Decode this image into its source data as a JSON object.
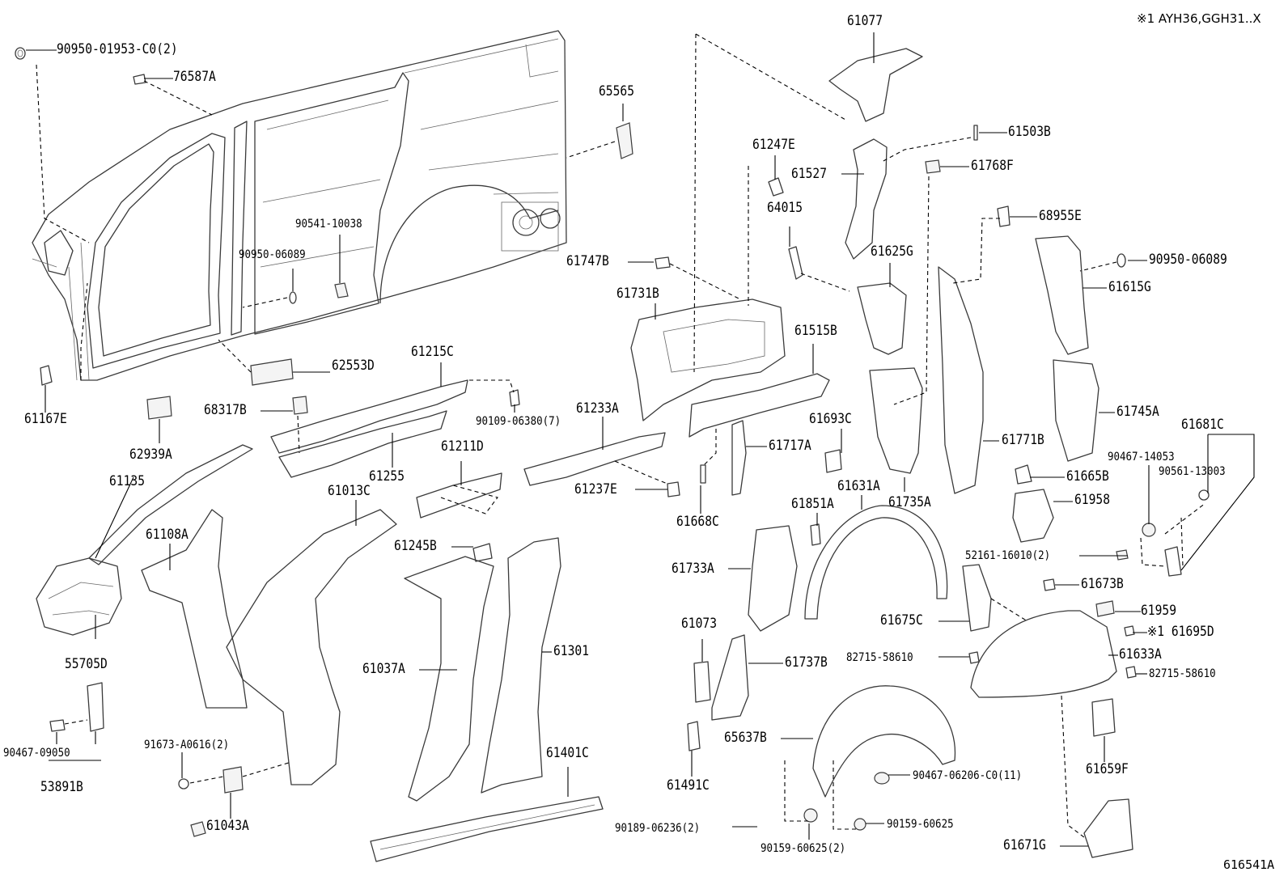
{
  "note": "※1 AYH36,GGH31..X",
  "diagram_id": "616541A",
  "parts": [
    {
      "id": "p1",
      "label": "90950-01953-C0(2)"
    },
    {
      "id": "p2",
      "label": "76587A"
    },
    {
      "id": "p3",
      "label": "65565"
    },
    {
      "id": "p4",
      "label": "61077"
    },
    {
      "id": "p5",
      "label": "61503B"
    },
    {
      "id": "p6",
      "label": "61247E"
    },
    {
      "id": "p7",
      "label": "61527"
    },
    {
      "id": "p8",
      "label": "61768F"
    },
    {
      "id": "p9",
      "label": "64015"
    },
    {
      "id": "p10",
      "label": "68955E"
    },
    {
      "id": "p11",
      "label": "61625G"
    },
    {
      "id": "p12",
      "label": "90950-06089"
    },
    {
      "id": "p13",
      "label": "61615G"
    },
    {
      "id": "p14",
      "label": "90541-10038"
    },
    {
      "id": "p15",
      "label": "90950-06089"
    },
    {
      "id": "p16",
      "label": "61747B"
    },
    {
      "id": "p17",
      "label": "61731B"
    },
    {
      "id": "p18",
      "label": "61515B"
    },
    {
      "id": "p19",
      "label": "62553D"
    },
    {
      "id": "p20",
      "label": "61215C"
    },
    {
      "id": "p21",
      "label": "61167E"
    },
    {
      "id": "p22",
      "label": "68317B"
    },
    {
      "id": "p23",
      "label": "61745A"
    },
    {
      "id": "p24",
      "label": "61233A"
    },
    {
      "id": "p25",
      "label": "61693C"
    },
    {
      "id": "p26",
      "label": "61717A"
    },
    {
      "id": "p27",
      "label": "61771B"
    },
    {
      "id": "p28",
      "label": "90109-06380(7)"
    },
    {
      "id": "p29",
      "label": "61681C"
    },
    {
      "id": "p30",
      "label": "62939A"
    },
    {
      "id": "p31",
      "label": "61255"
    },
    {
      "id": "p32",
      "label": "61211D"
    },
    {
      "id": "p33",
      "label": "90467-14053"
    },
    {
      "id": "p34",
      "label": "90561-13003"
    },
    {
      "id": "p35",
      "label": "61665B"
    },
    {
      "id": "p36",
      "label": "61135"
    },
    {
      "id": "p37",
      "label": "61013C"
    },
    {
      "id": "p38",
      "label": "61237E"
    },
    {
      "id": "p39",
      "label": "61631A"
    },
    {
      "id": "p40",
      "label": "61735A"
    },
    {
      "id": "p41",
      "label": "61958"
    },
    {
      "id": "p42",
      "label": "61108A"
    },
    {
      "id": "p43",
      "label": "61668C"
    },
    {
      "id": "p44",
      "label": "61851A"
    },
    {
      "id": "p45",
      "label": "61245B"
    },
    {
      "id": "p46",
      "label": "52161-16010(2)"
    },
    {
      "id": "p47",
      "label": "61733A"
    },
    {
      "id": "p48",
      "label": "61673B"
    },
    {
      "id": "p49",
      "label": "61959"
    },
    {
      "id": "p50",
      "label": "61675C"
    },
    {
      "id": "p51",
      "label": "61073"
    },
    {
      "id": "p52",
      "label": "※1 61695D"
    },
    {
      "id": "p53",
      "label": "61301"
    },
    {
      "id": "p54",
      "label": "55705D"
    },
    {
      "id": "p55",
      "label": "82715-58610"
    },
    {
      "id": "p56",
      "label": "61633A"
    },
    {
      "id": "p57",
      "label": "61737B"
    },
    {
      "id": "p58",
      "label": "61037A"
    },
    {
      "id": "p59",
      "label": "82715-58610"
    },
    {
      "id": "p60",
      "label": "90467-09050"
    },
    {
      "id": "p61",
      "label": "65637B"
    },
    {
      "id": "p62",
      "label": "61401C"
    },
    {
      "id": "p63",
      "label": "91673-A0616(2)"
    },
    {
      "id": "p64",
      "label": "53891B"
    },
    {
      "id": "p65",
      "label": "61491C"
    },
    {
      "id": "p66",
      "label": "90467-06206-C0(11)"
    },
    {
      "id": "p67",
      "label": "61659F"
    },
    {
      "id": "p68",
      "label": "61043A"
    },
    {
      "id": "p69",
      "label": "90189-06236(2)"
    },
    {
      "id": "p70",
      "label": "90159-60625"
    },
    {
      "id": "p71",
      "label": "90159-60625(2)"
    },
    {
      "id": "p72",
      "label": "61671G"
    }
  ]
}
